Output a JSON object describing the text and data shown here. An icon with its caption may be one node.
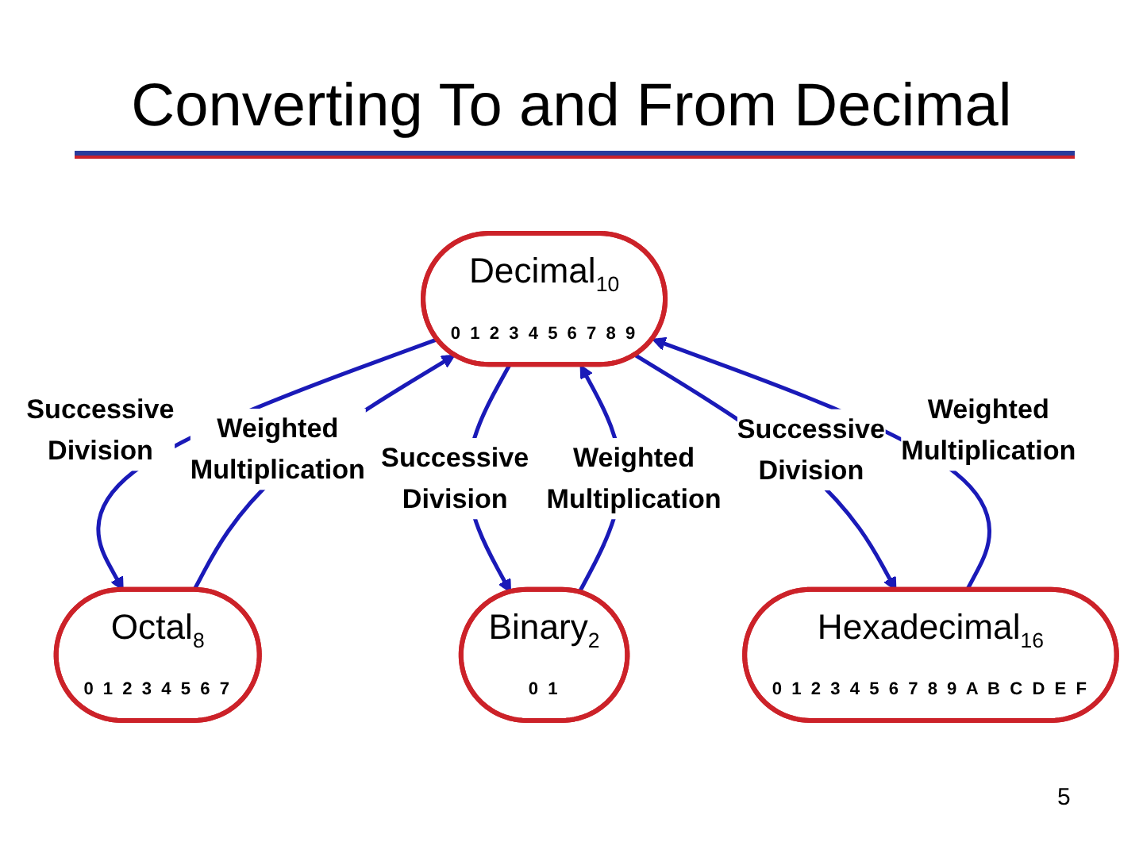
{
  "diagram": {
    "title": "Converting To and From Decimal",
    "nodes": [
      {
        "text": [
          "Decimal$_{10}$",
          "0 1 2 3 4 5 6 7 8 9"
        ]
      },
      {
        "text": [
          "Octal$_{8}$",
          "0 1 2 3 4 5 6 7"
        ]
      },
      {
        "text": [
          "Hexadecimal$_{16}$",
          "0 1 2 3 4 5 6 7 8 9 A B C D E F"
        ]
      },
      {
        "text": [
          "Binary$_{2}$",
          "0 1"
        ]
      }
    ],
    "edges": [
      {
        "from": 0,
        "to": 1,
        "arrow": "to",
        "label": "Successive Division"
      },
      {
        "from": 1,
        "to": 0,
        "arrow": "to",
        "label": "Weighted Multiplication"
      },
      {
        "from": 0,
        "to": 3,
        "arrow": "to",
        "label": "Successive Division"
      },
      {
        "from": 3,
        "to": 0,
        "arrow": "to",
        "label": "Weighted Multiplication"
      },
      {
        "from": 0,
        "to": 2,
        "arrow": "to",
        "label": "Successive Division"
      },
      {
        "from": 2,
        "to": 0,
        "arrow": "to",
        "label": "Weighted Multiplication"
      }
    ],
    "labels": [
      "5"
    ]
  }
}
